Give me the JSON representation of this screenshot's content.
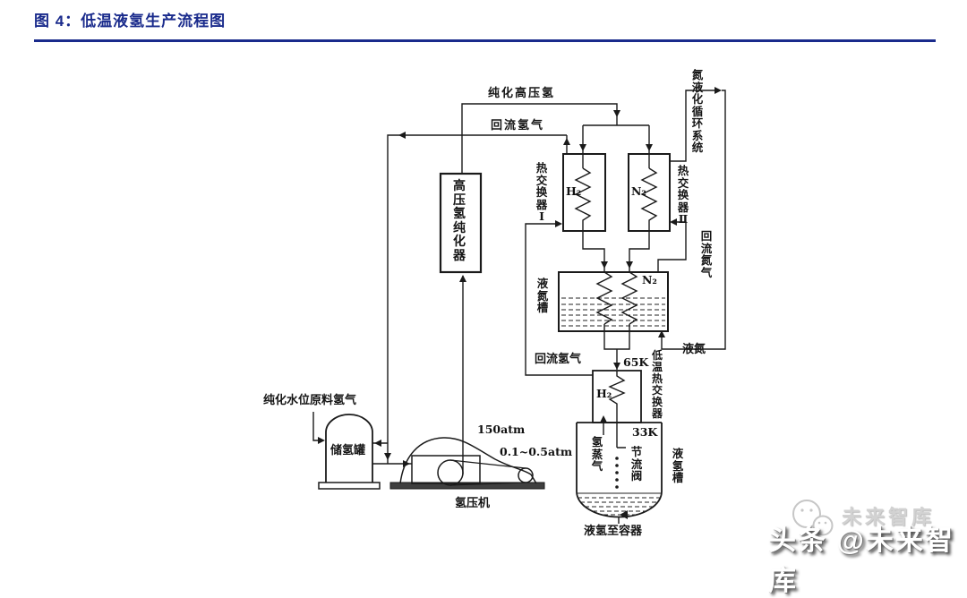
{
  "figure": {
    "title": "图 4：低温液氢生产流程图"
  },
  "colors": {
    "accent": "#1a2b8c",
    "line": "#1a1a1a",
    "watermark_gray": "#d2d2d2"
  },
  "diagram": {
    "streams": {
      "purified_hp_h2": "纯化高压氢",
      "reflux_h2_top": "回流氢气",
      "reflux_h2_mid": "回流氢气",
      "reflux_n2": "回流氮气",
      "liquid_n2": "液氮",
      "h2_vapor": "氢蒸气",
      "feed_h2": "纯化水位原料氢气",
      "to_container": "液氢至容器"
    },
    "equipment": {
      "hp_purifier": "高压氢纯化器",
      "hx1": "热交换器Ⅰ",
      "hx2": "热交换器Ⅱ",
      "n2_liquefaction_system": "氮液化循环系统",
      "ln2_tank": "液氮槽",
      "lt_hx": "低温热交换器",
      "throttle_valve": "节流阀",
      "lh2_tank": "液氢槽",
      "storage_tank": "储氢罐",
      "compressor": "氢压机"
    },
    "tags": {
      "h2_coil_hx1": "H₂",
      "n2_coil_hx2": "N₂",
      "n2_gas_tank": "N₂",
      "h2_coil_lt": "H₂",
      "temp_65k": "65K",
      "temp_33k": "33K",
      "p_discharge": "150atm",
      "p_suction": "0.1~0.5atm"
    }
  },
  "watermark": {
    "prefix": "头条 ",
    "handle": "@未来智库",
    "ghost": "未来智库"
  }
}
